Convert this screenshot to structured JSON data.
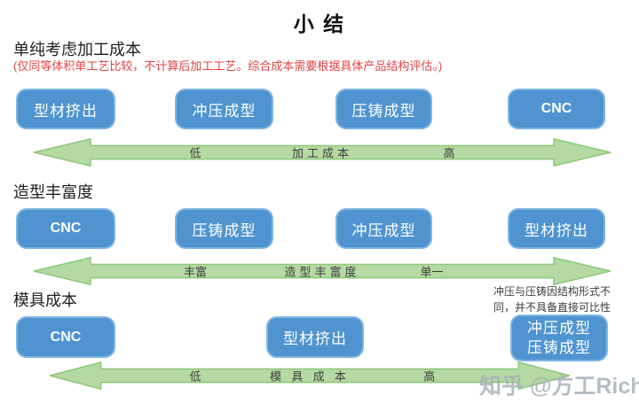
{
  "title": "小 结",
  "watermark": "知乎 @方工Rich",
  "colors": {
    "box_fill": "#4f94d0",
    "box_border": "#7fb5e3",
    "arrow_fill": "#b4d9a2",
    "arrow_border": "#8cc87a",
    "note_red": "#e04343",
    "watermark_gray": "#aab2ba"
  },
  "sections": [
    {
      "heading": "单纯考虑加工成本",
      "note": "(仅同等体积单工艺比较，不计算后加工工艺。综合成本需要根据具体产品结构评估。)",
      "boxes": [
        "型材挤出",
        "冲压成型",
        "压铸成型",
        "CNC"
      ],
      "arrow": {
        "left": "低",
        "center": "加工成本",
        "right": "高"
      }
    },
    {
      "heading": "造型丰富度",
      "boxes": [
        "CNC",
        "压铸成型",
        "冲压成型",
        "型材挤出"
      ],
      "arrow": {
        "left": "丰富",
        "center": "造型丰富度",
        "right": "单一"
      }
    },
    {
      "heading": "模具成本",
      "side_note": "冲压与压铸因结构形式不同，并不具备直接可比性",
      "boxes": [
        "CNC",
        "型材挤出"
      ],
      "double_box": [
        "冲压成型",
        "压铸成型"
      ],
      "arrow": {
        "left": "低",
        "center": "模 具 成 本",
        "right": "高"
      }
    }
  ]
}
